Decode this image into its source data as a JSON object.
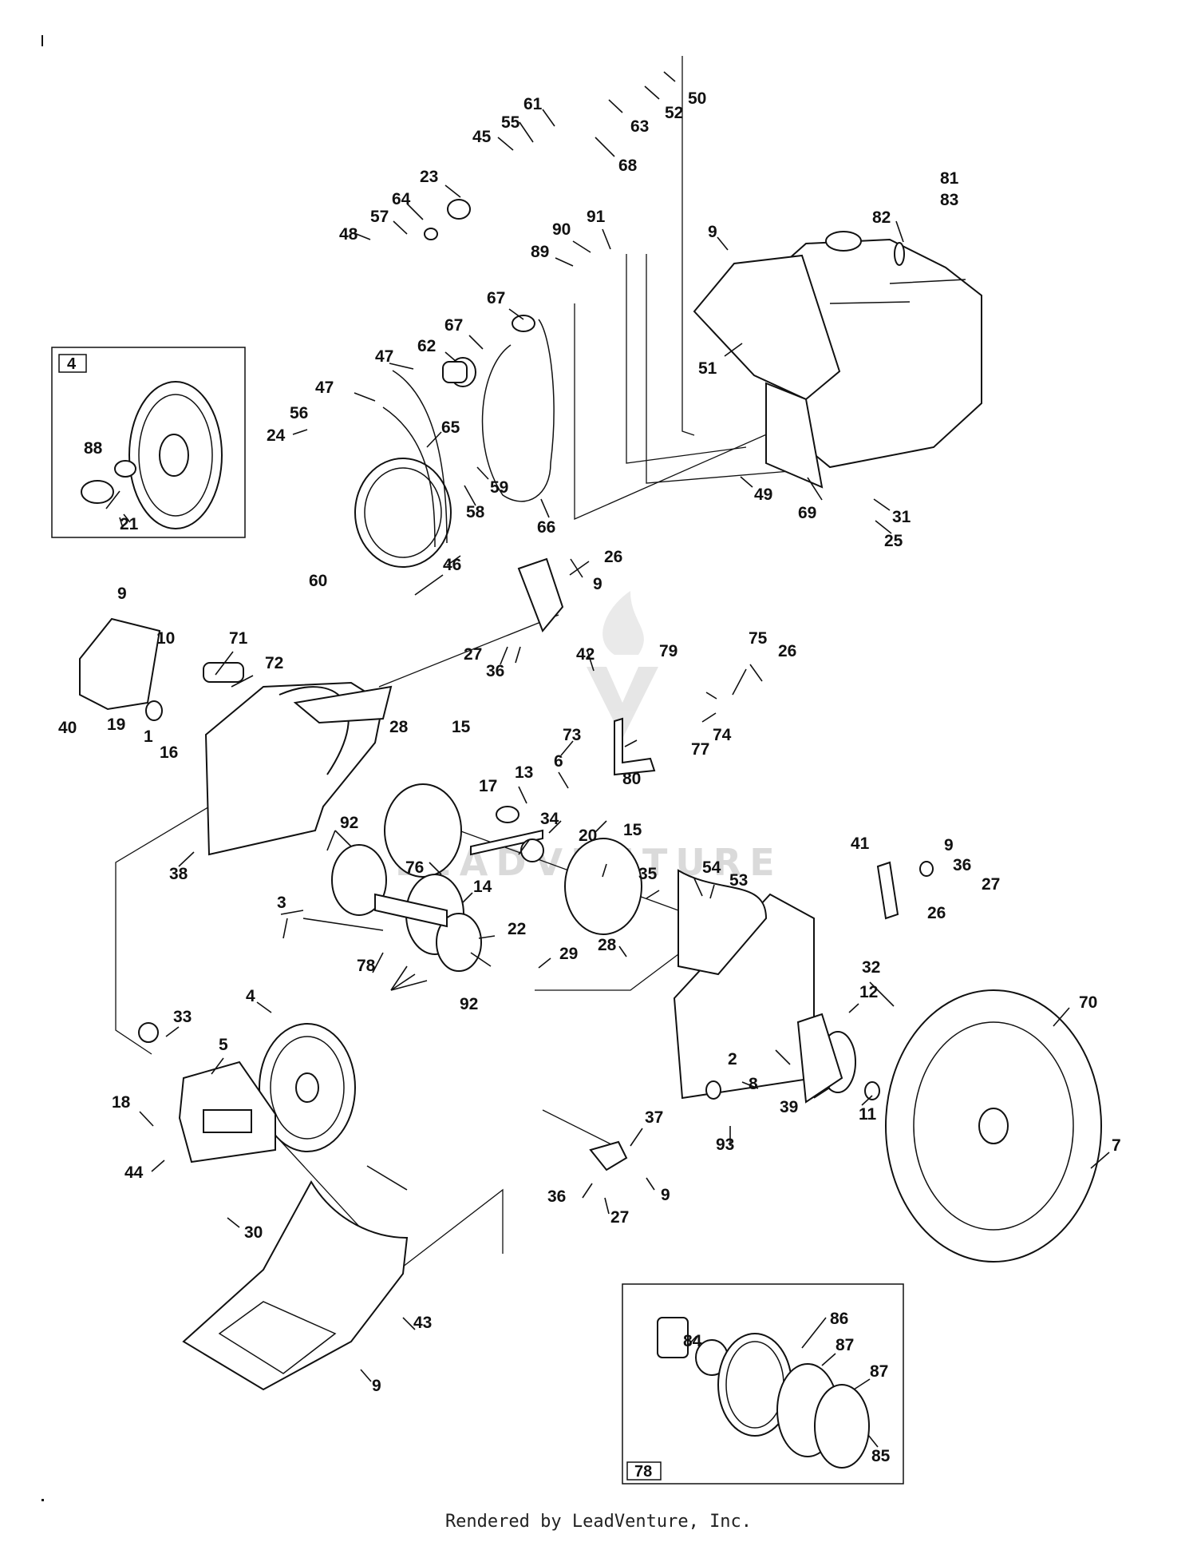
{
  "footer": {
    "text": "Rendered by LeadVenture, Inc."
  },
  "watermark": {
    "text": "LEADVENTURE"
  },
  "insets": [
    {
      "tag": "4",
      "name": "inset-4-pulley"
    },
    {
      "tag": "78",
      "name": "inset-78-hub-assembly"
    }
  ],
  "callouts": [
    "50",
    "52",
    "61",
    "55",
    "63",
    "45",
    "68",
    "23",
    "64",
    "57",
    "48",
    "81",
    "83",
    "82",
    "9",
    "91",
    "90",
    "89",
    "67",
    "67",
    "62",
    "47",
    "47",
    "56",
    "24",
    "65",
    "59",
    "58",
    "66",
    "51",
    "49",
    "69",
    "31",
    "25",
    "46",
    "60",
    "26",
    "9",
    "88",
    "21",
    "9",
    "10",
    "71",
    "72",
    "27",
    "36",
    "42",
    "40",
    "19",
    "1",
    "16",
    "28",
    "15",
    "79",
    "75",
    "26",
    "73",
    "74",
    "77",
    "80",
    "6",
    "13",
    "17",
    "34",
    "38",
    "92",
    "76",
    "20",
    "15",
    "35",
    "54",
    "53",
    "3",
    "14",
    "41",
    "9",
    "36",
    "27",
    "26",
    "22",
    "28",
    "78",
    "29",
    "92",
    "32",
    "12",
    "70",
    "33",
    "4",
    "5",
    "2",
    "8",
    "11",
    "39",
    "7",
    "18",
    "44",
    "37",
    "93",
    "36",
    "9",
    "27",
    "30",
    "43",
    "9",
    "86",
    "84",
    "87",
    "87",
    "85"
  ]
}
